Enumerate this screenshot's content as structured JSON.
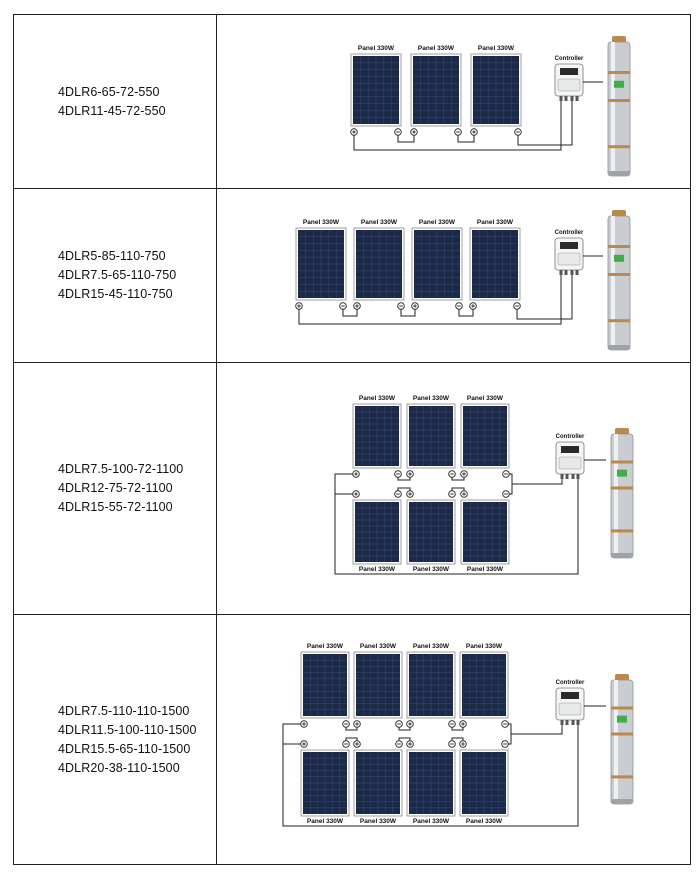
{
  "configurations": [
    {
      "models": [
        "4DLR6-65-72-550",
        "4DLR11-45-72-550"
      ],
      "panel_label": "Panel 330W",
      "controller_label": "Controller"
    },
    {
      "models": [
        "4DLR5-85-110-750",
        "4DLR7.5-65-110-750",
        "4DLR15-45-110-750"
      ],
      "panel_label": "Panel 330W",
      "controller_label": "Controller"
    },
    {
      "models": [
        "4DLR7.5-100-72-1100",
        "4DLR12-75-72-1100",
        "4DLR15-55-72-1100"
      ],
      "panel_label": "Panel 330W",
      "controller_label": "Controller"
    },
    {
      "models": [
        "4DLR7.5-110-110-1500",
        "4DLR11.5-100-110-1500",
        "4DLR15.5-65-110-1500",
        "4DLR20-38-110-1500"
      ],
      "panel_label": "Panel 330W",
      "controller_label": "Controller"
    }
  ],
  "colors": {
    "panel": "#1c2a4a",
    "grid": "#3b4a6e",
    "wire": "#222222",
    "pump": "#c9ccd0",
    "copper": "#b98a4a"
  }
}
